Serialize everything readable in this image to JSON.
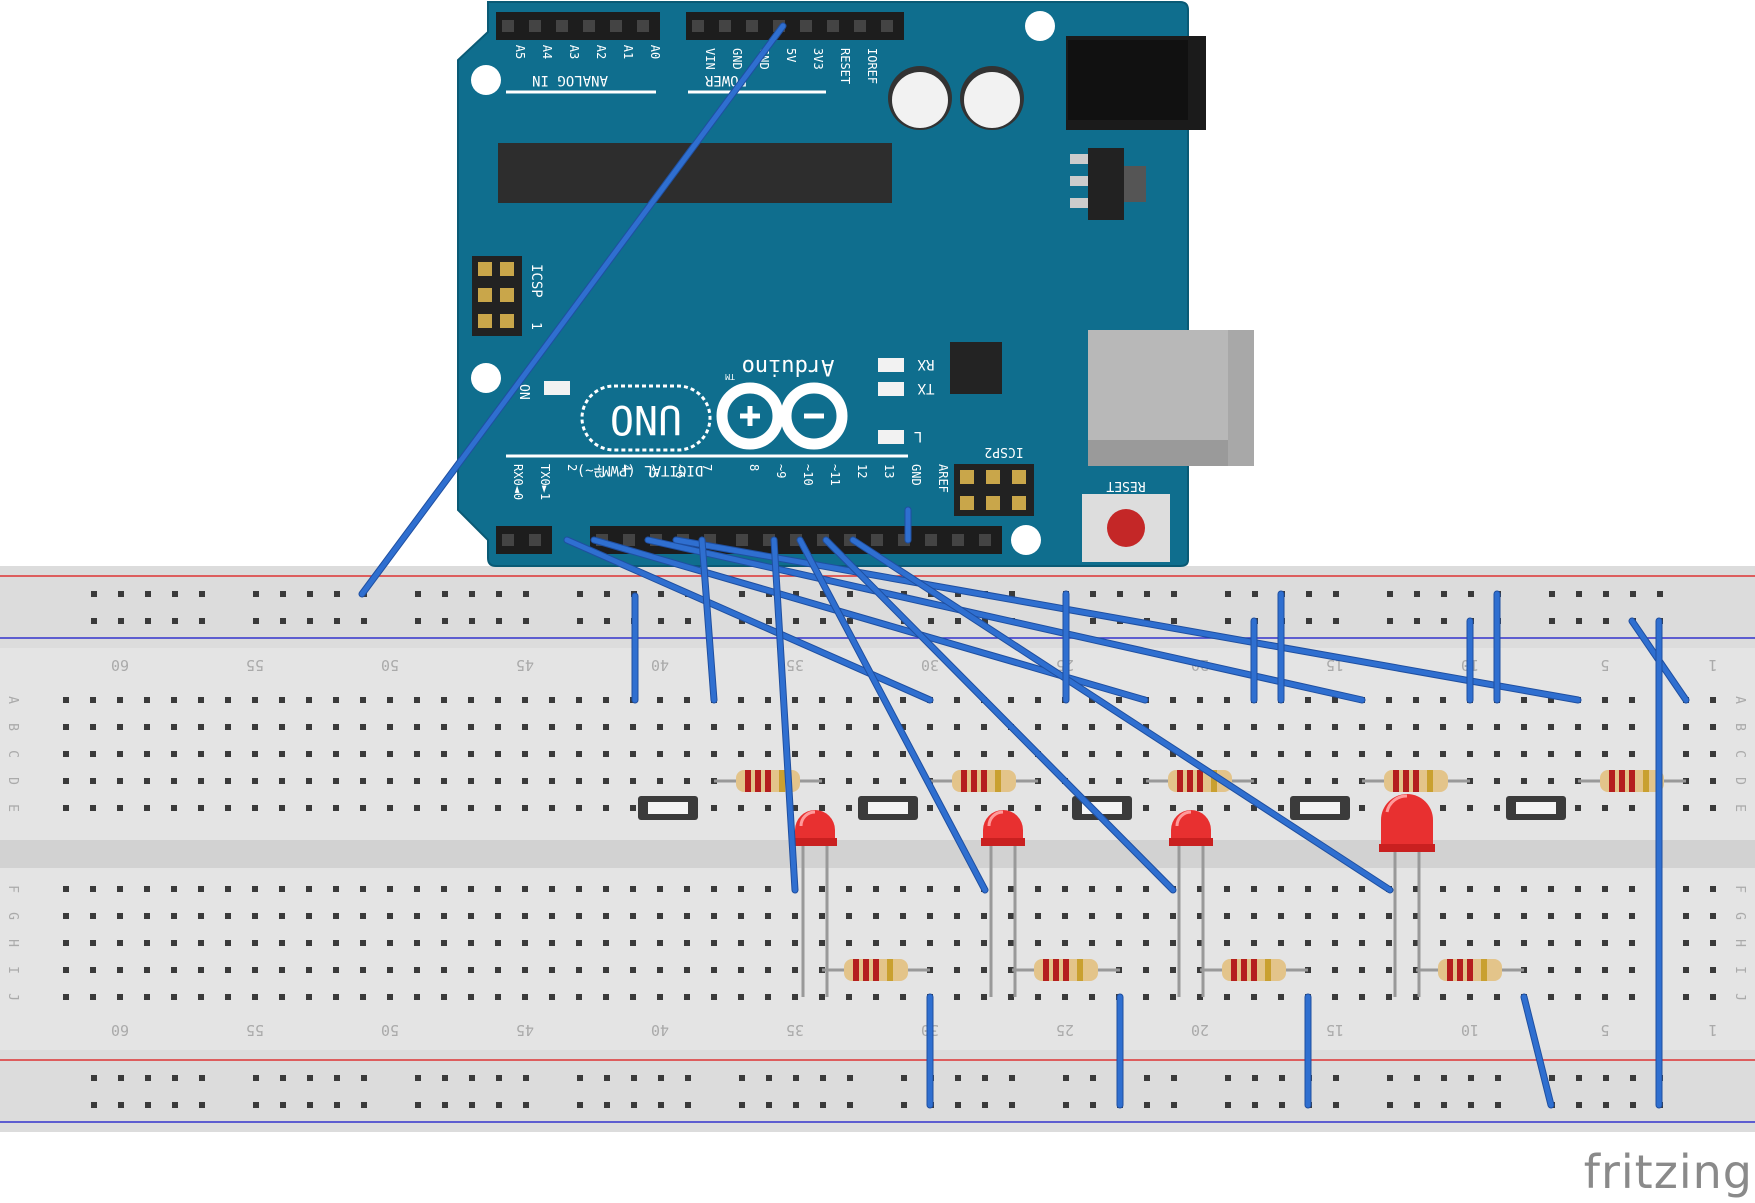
{
  "arduino": {
    "brand": "Arduino",
    "model": "UNO",
    "tm": "TM",
    "header_analog": "ANALOG IN",
    "header_power": "POWER",
    "header_digital": "DIGITAL (PWM=~)",
    "icsp": "ICSP",
    "icsp2": "ICSP2",
    "icsp_pin1": "1",
    "reset": "RESET",
    "on": "ON",
    "rx": "RX",
    "tx": "TX",
    "l": "L",
    "analog_pins": [
      "A5",
      "A4",
      "A3",
      "A2",
      "A1",
      "A0"
    ],
    "power_pins": [
      "VIN",
      "GND",
      "GND",
      "5V",
      "3V3",
      "RESET",
      "IOREF"
    ],
    "digital_pins": [
      "RX0◄0",
      "TX0►1",
      "2",
      "~3",
      "4",
      "~5",
      "~6",
      "7",
      "8",
      "~9",
      "~10",
      "~11",
      "12",
      "13",
      "GND",
      "AREF"
    ],
    "colors": {
      "board": "#0f6e8e",
      "wire": "#2f6fd0",
      "led": "#e83030",
      "breadboard": "#e6e6e6"
    }
  },
  "breadboard": {
    "column_numbers_top": [
      "60",
      "55",
      "50",
      "45",
      "40",
      "35",
      "30",
      "25",
      "20",
      "15",
      "10",
      "5",
      "1"
    ],
    "column_numbers_bottom": [
      "60",
      "55",
      "50",
      "45",
      "40",
      "35",
      "30",
      "25",
      "20",
      "15",
      "10",
      "5",
      "1"
    ],
    "row_letters_top": [
      "A",
      "B",
      "C",
      "D",
      "E"
    ],
    "row_letters_bottom": [
      "F",
      "G",
      "H",
      "I",
      "J"
    ]
  },
  "components": {
    "leds": 4,
    "buttons": 5,
    "resistors": 9
  },
  "watermark": "fritzing"
}
